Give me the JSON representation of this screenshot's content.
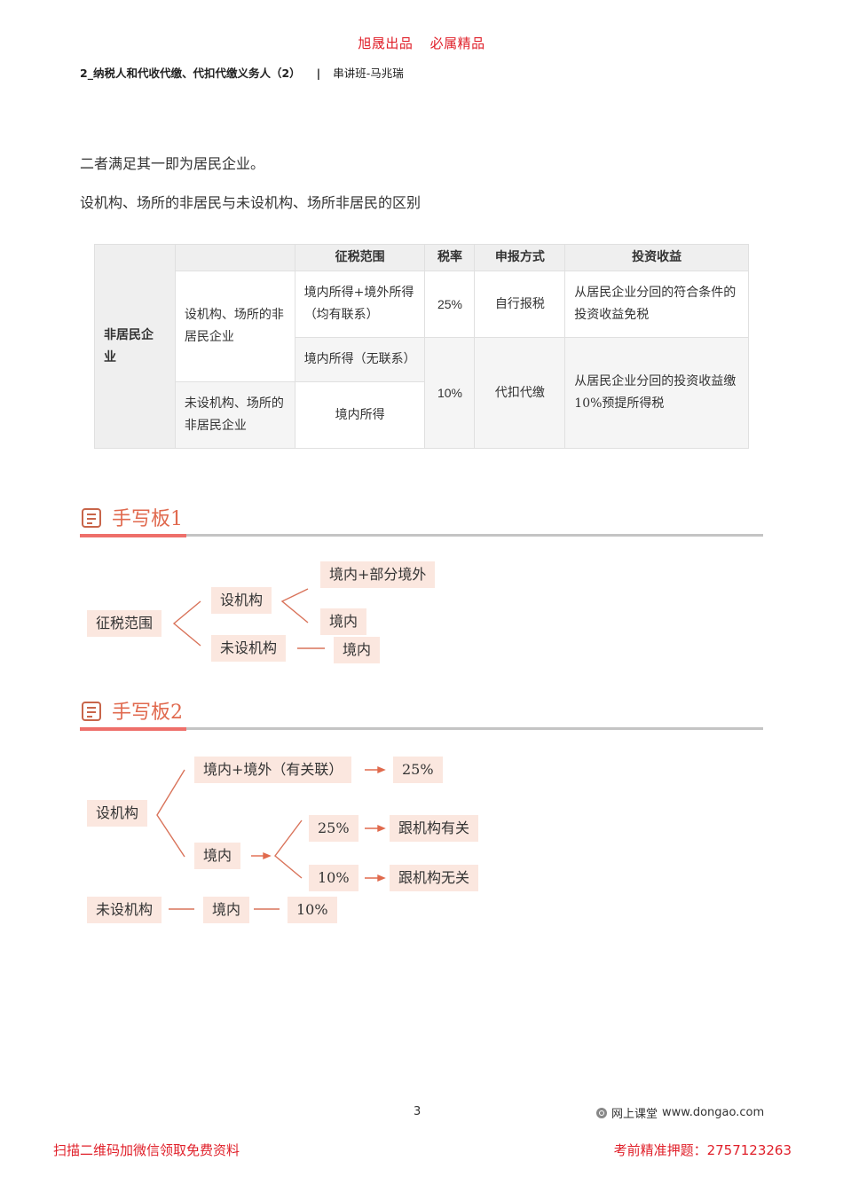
{
  "banner": {
    "left": "旭晟出品",
    "right": "必属精品"
  },
  "header": {
    "title": "2_纳税人和代收代缴、代扣代缴义务人（2）",
    "separator": "|",
    "subtitle": "串讲班-马兆瑞"
  },
  "paragraphs": [
    "二者满足其一即为居民企业。",
    "设机构、场所的非居民与未设机构、场所非居民的区别"
  ],
  "table": {
    "headers": [
      "",
      "",
      "征税范围",
      "税率",
      "申报方式",
      "投资收益"
    ],
    "row_group": "非居民企业",
    "rows": {
      "est_label": "设机构、场所的非居民企业",
      "est_scope_1": "境内所得+境外所得（均有联系）",
      "est_scope_2": "境内所得（无联系）",
      "nonest_label": "未设机构、场所的非居民企业",
      "nonest_scope": "境内所得",
      "rate_25": "25%",
      "rate_10": "10%",
      "method_1": "自行报税",
      "method_2": "代扣代缴",
      "income_1": "从居民企业分回的符合条件的投资收益免税",
      "income_2": "从居民企业分回的投资收益缴 10%预提所得税"
    }
  },
  "board1": {
    "title": "手写板1",
    "nodes": {
      "root": "征税范围",
      "est": "设机构",
      "nonest": "未设机构",
      "est_a": "境内+部分境外",
      "est_b": "境内",
      "nonest_a": "境内"
    }
  },
  "board2": {
    "title": "手写板2",
    "nodes": {
      "est": "设机构",
      "both": "境内+境外（有关联）",
      "both_rate": "25%",
      "domestic": "境内",
      "rate_25": "25%",
      "rate_10": "10%",
      "related": "跟机构有关",
      "unrelated": "跟机构无关",
      "nonest": "未设机构",
      "nonest_domestic": "境内",
      "nonest_rate": "10%"
    }
  },
  "footer": {
    "page": "3",
    "brand": "网上课堂",
    "site": "www.dongao.com",
    "left": "扫描二维码加微信领取免费资料",
    "right": "考前精准押题：2757123263"
  },
  "colors": {
    "accent_red": "#e0202a",
    "section_orange": "#e0694e",
    "node_bg": "#fbe7df",
    "line": "#d9735a"
  }
}
